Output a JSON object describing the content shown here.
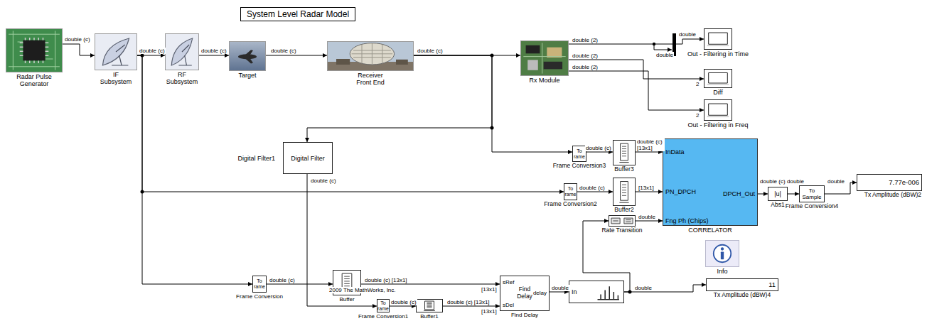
{
  "diagram": {
    "title": "System Level Radar Model",
    "nodes": [
      {
        "text": [
          "Radar Pulse Generator"
        ]
      },
      {
        "text": [
          "IF Subsystem"
        ]
      },
      {
        "text": [
          "RF Subsystem"
        ]
      },
      {
        "text": [
          "Target"
        ]
      },
      {
        "text": [
          "Receiver Front End"
        ]
      },
      {
        "text": [
          "Rx Module"
        ]
      },
      {
        "text": [
          "Out - Filtering in Time"
        ]
      },
      {
        "text": [
          "Diff"
        ]
      },
      {
        "text": [
          "Out - Filtering in Freq"
        ]
      },
      {
        "text": [
          "Digital Filter1",
          "Digital Filter"
        ]
      },
      {
        "text": [
          "To rame",
          "Frame Conversion3"
        ]
      },
      {
        "text": [
          "Buffer3"
        ]
      },
      {
        "text": [
          "To rame",
          "Frame Conversion2"
        ]
      },
      {
        "text": [
          "Buffer2"
        ]
      },
      {
        "text": [
          "Rate Transition"
        ]
      },
      {
        "text": [
          "InData",
          "PN_DPCH",
          "Fng Ph (Chips)",
          "DPCH_Out",
          "CORRELATOR"
        ]
      },
      {
        "text": [
          "|u|",
          "Abs1"
        ]
      },
      {
        "text": [
          "To Sample",
          "Frame Conversion4"
        ]
      },
      {
        "text": [
          "7.77e-006",
          "Tx Amplitude (dBW)2"
        ]
      },
      {
        "text": [
          "Info"
        ]
      },
      {
        "text": [
          "11",
          "Tx Amplitude (dBW)4"
        ]
      },
      {
        "text": [
          "To rame",
          "Frame Conversion"
        ]
      },
      {
        "text": [
          "Buffer"
        ]
      },
      {
        "text": [
          "To rame",
          "Frame Conversion1"
        ]
      },
      {
        "text": [
          "Buffer1"
        ]
      },
      {
        "text": [
          "sRef",
          "sDel",
          "Find Delay",
          "delay",
          "Find Delay"
        ]
      },
      {
        "text": [
          "In"
        ]
      }
    ],
    "edges": [
      {
        "from": 0,
        "to": 1,
        "arrow": "to",
        "label": "double (c)"
      },
      {
        "from": 1,
        "to": 2,
        "arrow": "to",
        "label": "double (c)"
      },
      {
        "from": 2,
        "to": 3,
        "arrow": "to",
        "label": "double (c)"
      },
      {
        "from": 3,
        "to": 4,
        "arrow": "to",
        "label": "double (c)"
      },
      {
        "from": 4,
        "to": 5,
        "arrow": "to",
        "label": "double (c)"
      },
      {
        "from": 5,
        "to": 6,
        "arrow": "to",
        "label": "double (2)"
      },
      {
        "from": 5,
        "to": 7,
        "arrow": "to",
        "label": "double (2)"
      },
      {
        "from": 5,
        "to": 8,
        "arrow": "to",
        "label": "double (2)"
      },
      {
        "from": 4,
        "to": 10,
        "arrow": "to"
      },
      {
        "from": 4,
        "to": 9,
        "arrow": "to"
      },
      {
        "from": 9,
        "to": 23,
        "arrow": "to",
        "label": "double (c)"
      },
      {
        "from": 1,
        "to": 12,
        "arrow": "to"
      },
      {
        "from": 1,
        "to": 21,
        "arrow": "to"
      },
      {
        "from": 10,
        "to": 11,
        "arrow": "to",
        "label": "double (c)"
      },
      {
        "from": 11,
        "to": 15,
        "arrow": "to",
        "label": "double (c) [13x1]"
      },
      {
        "from": 12,
        "to": 13,
        "arrow": "to",
        "label": "double (c)"
      },
      {
        "from": 13,
        "to": 15,
        "arrow": "to",
        "label": "[13x1]"
      },
      {
        "from": 14,
        "to": 15,
        "arrow": "to",
        "label": "double"
      },
      {
        "from": 15,
        "to": 16,
        "arrow": "to",
        "label": "double (c)"
      },
      {
        "from": 16,
        "to": 17,
        "arrow": "to",
        "label": "double"
      },
      {
        "from": 17,
        "to": 18,
        "arrow": "to",
        "label": "double"
      },
      {
        "from": 21,
        "to": 22,
        "arrow": "to",
        "label": "double (c)"
      },
      {
        "from": 22,
        "to": 25,
        "arrow": "to",
        "label": "double (c) [13x1]"
      },
      {
        "from": 23,
        "to": 24,
        "arrow": "to",
        "label": "double (c)"
      },
      {
        "from": 24,
        "to": 25,
        "arrow": "to",
        "label": "double (c) [13x1]"
      },
      {
        "from": 25,
        "to": 26,
        "arrow": "to",
        "label": "double"
      },
      {
        "from": 26,
        "to": 20,
        "arrow": "to",
        "label": "double"
      },
      {
        "from": 26,
        "to": 14,
        "arrow": "to"
      }
    ],
    "labels": [
      "double",
      "double",
      "2",
      "2",
      "2009 The MathWorks, Inc.",
      "[13x1]",
      "[13x1]"
    ]
  }
}
